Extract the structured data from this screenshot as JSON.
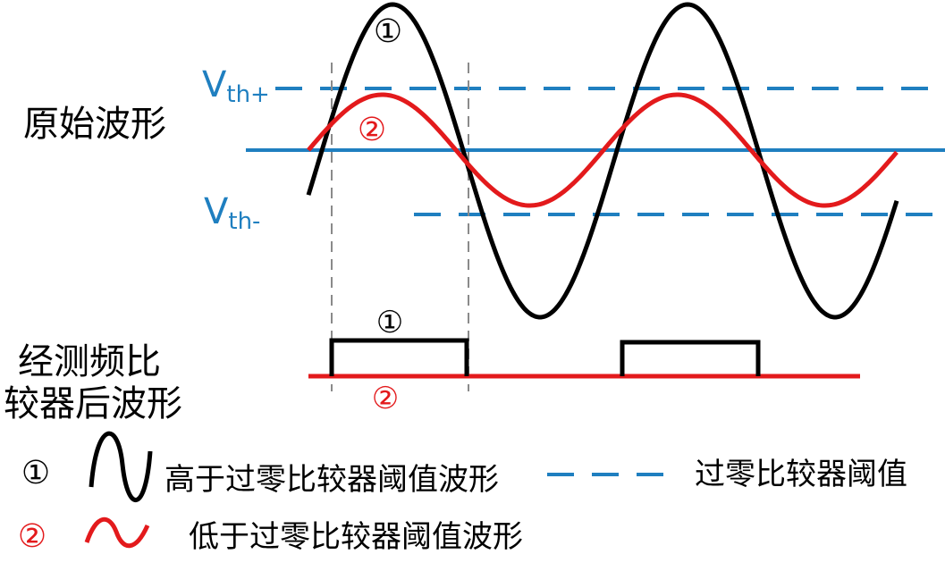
{
  "labels": {
    "original_waveform": "原始波形",
    "after_comparator_line1": "经测频比",
    "after_comparator_line2": "较器后波形",
    "vth_plus_base": "V",
    "vth_plus_sub": "th+",
    "vth_minus_base": "V",
    "vth_minus_sub": "th-",
    "marker_1": "①",
    "marker_2": "②"
  },
  "legend": {
    "item1_marker": "①",
    "item1_text": "高于过零比较器阈值波形",
    "item2_marker": "②",
    "item2_text": "低于过零比较器阈值波形",
    "threshold_text": "过零比较器阈值"
  },
  "colors": {
    "black_wave": "#000000",
    "red_wave": "#e31a1c",
    "blue_line": "#1f7fc0",
    "guide_gray": "#8a8a8a",
    "red_text": "#e31a1c",
    "blue_text": "#1f7fc0"
  },
  "icons": {
    "black_wave_icon": "sine-wave-icon",
    "red_wave_icon": "sine-wave-icon",
    "dashed_line_icon": "dashed-line-icon"
  }
}
